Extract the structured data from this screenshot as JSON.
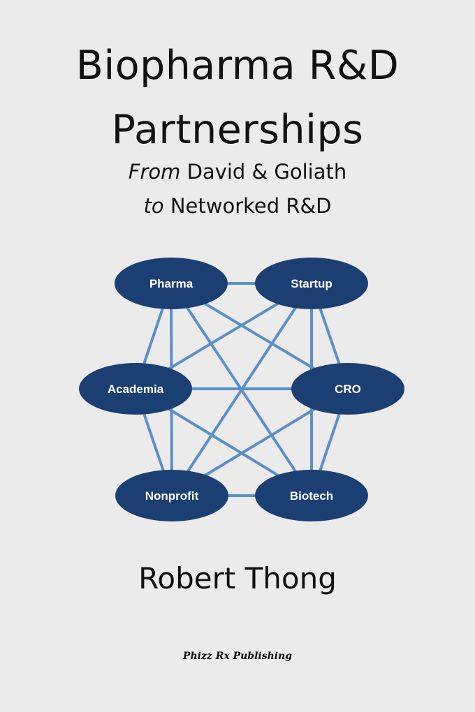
{
  "cover": {
    "title_line_1": "Biopharma R&D",
    "title_line_2": "Partnerships",
    "subtitle_1_italic": "From",
    "subtitle_1_rest": " David & Goliath",
    "subtitle_2_italic": "to",
    "subtitle_2_rest": " Networked R&D",
    "author": "Robert Thong",
    "publisher": "Phizz Rx Publishing"
  },
  "diagram": {
    "node_color": "#1c3f73",
    "edge_color": "#5b8fc9",
    "label_color": "#ffffff",
    "nodes": [
      "Pharma",
      "Startup",
      "Academia",
      "CRO",
      "Nonprofit",
      "Biotech"
    ],
    "edges": [
      [
        "Pharma",
        "Startup"
      ],
      [
        "Pharma",
        "Academia"
      ],
      [
        "Pharma",
        "CRO"
      ],
      [
        "Pharma",
        "Nonprofit"
      ],
      [
        "Pharma",
        "Biotech"
      ],
      [
        "Startup",
        "Academia"
      ],
      [
        "Startup",
        "CRO"
      ],
      [
        "Startup",
        "Nonprofit"
      ],
      [
        "Startup",
        "Biotech"
      ],
      [
        "Academia",
        "CRO"
      ],
      [
        "Academia",
        "Nonprofit"
      ],
      [
        "Academia",
        "Biotech"
      ],
      [
        "CRO",
        "Nonprofit"
      ],
      [
        "CRO",
        "Biotech"
      ],
      [
        "Nonprofit",
        "Biotech"
      ]
    ]
  }
}
